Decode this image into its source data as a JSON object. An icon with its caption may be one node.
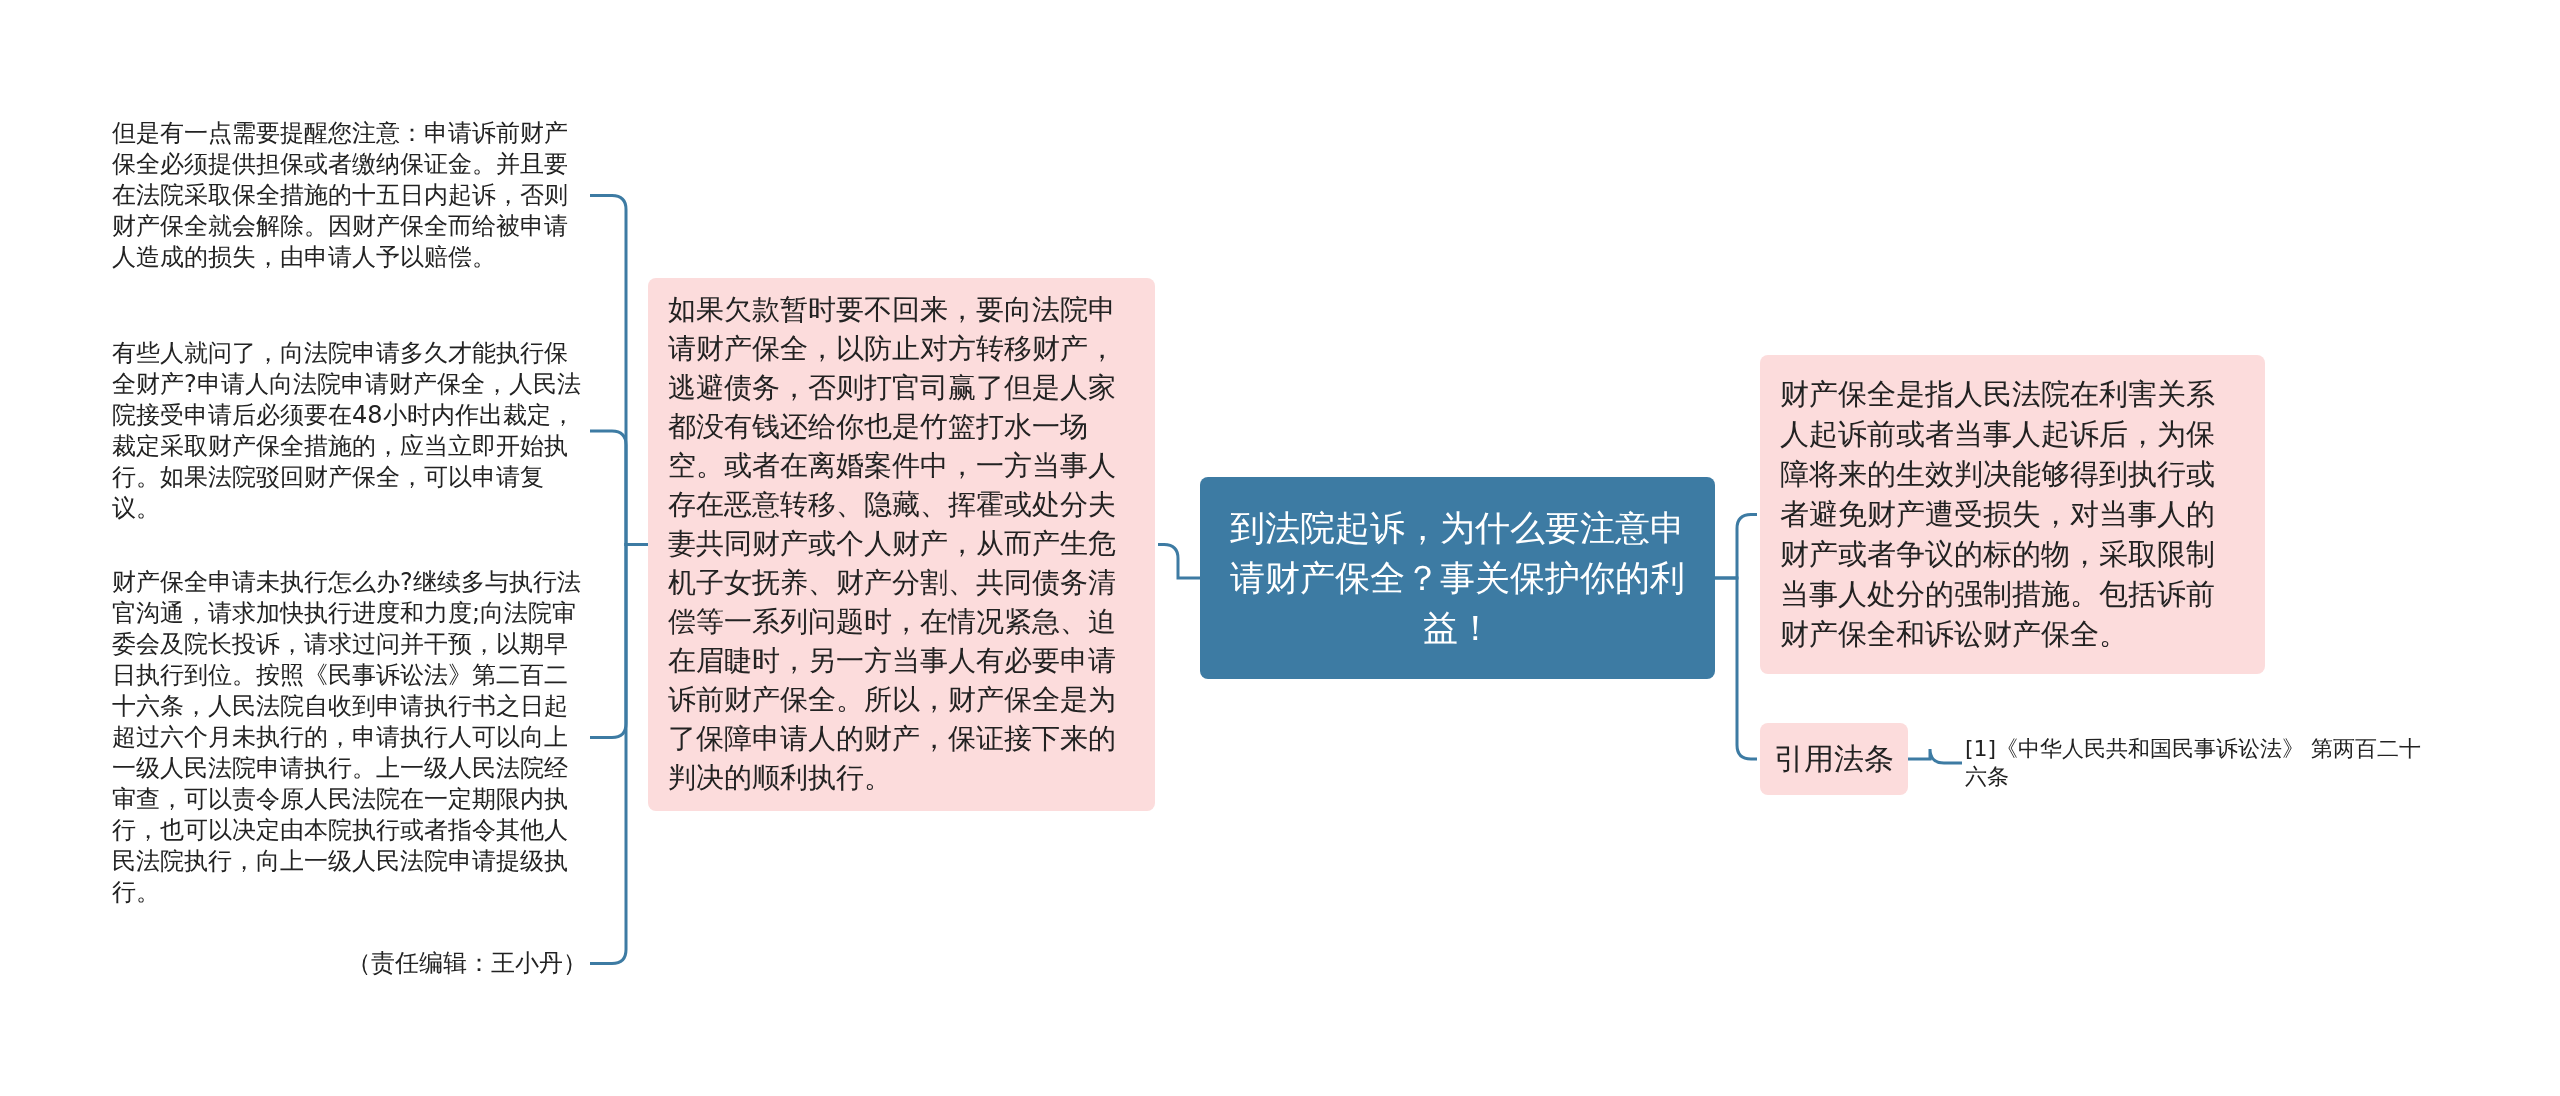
{
  "diagram": {
    "nodes": [
      {
        "text": [
          "到法院起诉，为什么要注意申请财产保全？事关保护你的利益！"
        ]
      },
      {
        "text": [
          "如果欠款暂时要不回来，要向法院申请财产保全，以防止对方转移财产，逃避债务，否则打官司赢了但是人家都没有钱还给你也是竹篮打水一场空。或者在离婚案件中，一方当事人存在恶意转移、隐藏、挥霍或处分夫妻共同财产或个人财产，从而产生危机子女抚养、财产分割、共同债务清偿等一系列问题时，在情况紧急、迫在眉睫时，另一方当事人有必要申请诉前财产保全。所以，财产保全是为了保障申请人的财产，保证接下来的判决的顺利执行。"
        ]
      },
      {
        "text": [
          "但是有一点需要提醒您注意：申请诉前财产保全必须提供担保或者缴纳保证金。并且要在法院采取保全措施的十五日内起诉，否则财产保全就会解除。因财产保全而给被申请人造成的损失，由申请人予以赔偿。"
        ]
      },
      {
        "text": [
          "有些人就问了，向法院申请多久才能执行保全财产?申请人向法院申请财产保全，人民法院接受申请后必须要在48小时内作出裁定，裁定采取财产保全措施的，应当立即开始执行。如果法院驳回财产保全，可以申请复议。"
        ]
      },
      {
        "text": [
          "财产保全申请未执行怎么办?继续多与执行法官沟通，请求加快执行进度和力度;向法院审委会及院长投诉，请求过问并干预，以期早日执行到位。按照《民事诉讼法》第二百二十六条，人民法院自收到申请执行书之日起超过六个月未执行的，申请执行人可以向上一级人民法院申请执行。上一级人民法院经审查，可以责令原人民法院在一定期限内执行，也可以决定由本院执行或者指令其他人民法院执行，向上一级人民法院申请提级执行。"
        ]
      },
      {
        "text": [
          "（责任编辑：王小丹）"
        ]
      },
      {
        "text": [
          "财产保全是指人民法院在利害关系人起诉前或者当事人起诉后，为保障将来的生效判决能够得到执行或者避免财产遭受损失，对当事人的财产或者争议的标的物，采取限制当事人处分的强制措施。包括诉前财产保全和诉讼财产保全。"
        ]
      },
      {
        "text": [
          "引用法条"
        ]
      },
      {
        "text": [
          "[1]《中华人民共和国民事诉讼法》 第两百二十六条"
        ]
      }
    ],
    "edges": [
      {
        "from": 0,
        "to": 1,
        "arrow": "none"
      },
      {
        "from": 1,
        "to": 2,
        "arrow": "none"
      },
      {
        "from": 1,
        "to": 3,
        "arrow": "none"
      },
      {
        "from": 1,
        "to": 4,
        "arrow": "none"
      },
      {
        "from": 1,
        "to": 5,
        "arrow": "none"
      },
      {
        "from": 0,
        "to": 6,
        "arrow": "none"
      },
      {
        "from": 0,
        "to": 7,
        "arrow": "none"
      },
      {
        "from": 7,
        "to": 8,
        "arrow": "none"
      }
    ]
  }
}
